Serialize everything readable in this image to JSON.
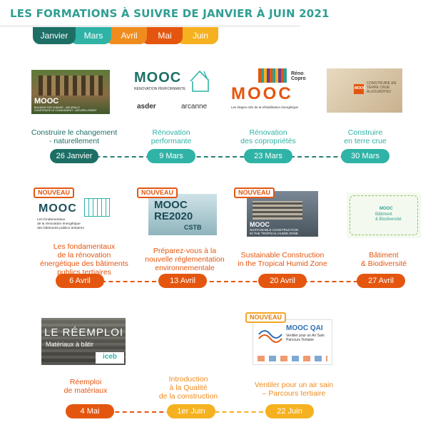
{
  "title": "LES FORMATIONS À SUIVRE DE JANVIER À JUIN 2021",
  "months": [
    {
      "label": "Janvier",
      "color": "#1d6f66"
    },
    {
      "label": "Mars",
      "color": "#2fb3a6"
    },
    {
      "label": "Avril",
      "color": "#f08c1e"
    },
    {
      "label": "Mai",
      "color": "#e4560f"
    },
    {
      "label": "Juin",
      "color": "#f5b11f"
    }
  ],
  "badge": "NOUVEAU",
  "row1": [
    {
      "title": "Construire le changement\n- naturellement",
      "date": "26 Janvier",
      "thumb_text": "MOOC",
      "thumb_sub": "BUILDING FOR CHANGE - NATURALLY\nCONSTRUIRE LE CHANGEMENT - NATURELLEMENT"
    },
    {
      "title": "Rénovation\nperformante",
      "date": "9 Mars",
      "thumb_text": "MOOC",
      "thumb_sub": "RÉNOVATION PERFORMANTE",
      "logo1": "asder",
      "logo2": "arcanne"
    },
    {
      "title": "Rénovation\ndes copropriétés",
      "date": "23 Mars",
      "thumb_text": "MOOC",
      "thumb_sub": "Les étapes clés de la réhabilitation énergétique",
      "logo": "Réno Copro"
    },
    {
      "title": "Construire\nen terre crue",
      "date": "30 Mars",
      "thumb_text": "MOOC",
      "thumb_sub": "CONSTRUIRE EN TERRE CRUE AUJOURD'HUI"
    }
  ],
  "row2": [
    {
      "title": "Les fondamentaux\nde la rénovation\nénergétique des bâtiments\npublics tertiaires",
      "date": "6 Avril",
      "thumb_text": "MOOC",
      "thumb_sub": "Les fondamentaux\nde la rénovation énergétique\ndes bâtiments publics tertiaires"
    },
    {
      "title": "Préparez-vous à la\nnouvelle réglementation\nenvironnementale",
      "date": "13 Avril",
      "thumb_text": "MOOC\nRE2020",
      "logo": "CSTB"
    },
    {
      "title": "Sustainable Construction\nin the Tropical Humid Zone",
      "date": "20 Avril",
      "thumb_text": "MOOC",
      "thumb_sub": "SUSTAINABLE CONSTRUCTION\nIN THE TROPICAL HUMID ZONE"
    },
    {
      "title": "Bâtiment\n& Biodiversité",
      "date": "27 Avril",
      "thumb_text": "MOOC",
      "thumb_sub": "Bâtiment\n& Biodiversité"
    }
  ],
  "row3": [
    {
      "title": "Réemploi\nde matériaux",
      "date": "4 Mai",
      "thumb_text": "LE RÉEMPLOI",
      "thumb_sub": "Matériaux à bâtir",
      "logo": "iceb"
    },
    {
      "title": "Introduction\nà la Qualité\nde la construction",
      "date": "1er Juin"
    },
    {
      "title": "Ventiler pour un air sain\n– Parcours tertiaire",
      "date": "22 Juin",
      "thumb_text": "MOOC QAI",
      "thumb_sub": "Ventiler pour un Air Sain\nParcours Tertiaire"
    }
  ]
}
